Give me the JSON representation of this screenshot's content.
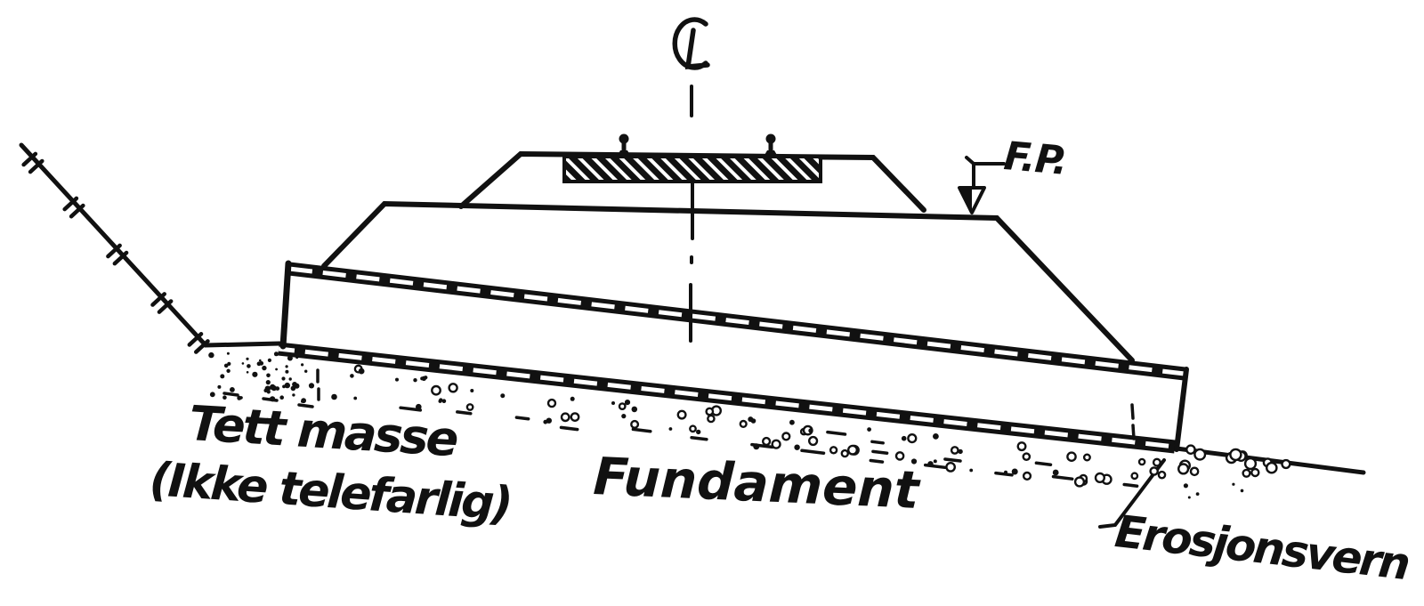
{
  "diagram": {
    "background": "#ffffff",
    "ink_color": "#111111",
    "labels": {
      "centerline_symbol": "℄",
      "formation_level": "F.P.",
      "dense_mass": "Tett masse",
      "dense_mass_note": "(Ikke telefarlig)",
      "foundation": "Fundament",
      "erosion_protection": "Erosjonsvern"
    },
    "icons": {
      "centerline": "centre-line-symbol",
      "level_marker": "inverted-triangle-level-icon",
      "rails": "rail-cross-section-icon",
      "ballast": "hatched-ballast-fill",
      "slope_ticks": "ground-slope-tick-marks",
      "erosion_stones": "stone-cluster",
      "foundation_fill": "dot-and-dash-soil-texture"
    }
  }
}
